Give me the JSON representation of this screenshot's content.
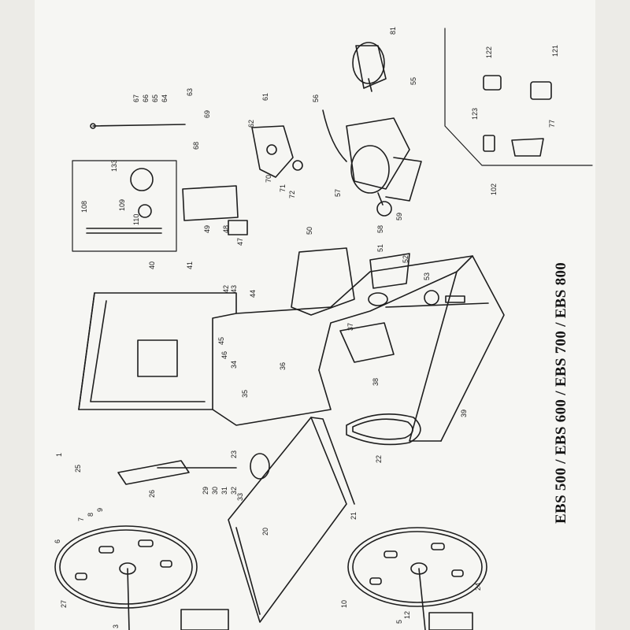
{
  "document": {
    "title": "EBS 500 / EBS 600 / EBS 700 / EBS 800"
  },
  "callouts": [
    "1",
    "3",
    "5",
    "6",
    "7",
    "8",
    "9",
    "10",
    "12",
    "20",
    "21",
    "22",
    "23",
    "24",
    "25",
    "26",
    "27",
    "29",
    "30",
    "31",
    "32",
    "33",
    "34",
    "35",
    "36",
    "37",
    "38",
    "39",
    "40",
    "41",
    "42",
    "43",
    "44",
    "45",
    "46",
    "47",
    "48",
    "49",
    "50",
    "51",
    "52",
    "53",
    "55",
    "56",
    "57",
    "58",
    "59",
    "61",
    "62",
    "63",
    "64",
    "65",
    "66",
    "67",
    "68",
    "69",
    "70",
    "71",
    "72",
    "77",
    "81",
    "102",
    "108",
    "109",
    "110",
    "121",
    "122",
    "123",
    "133"
  ],
  "colors": {
    "ink": "#1e1e1e",
    "paper": "#f6f6f3"
  }
}
